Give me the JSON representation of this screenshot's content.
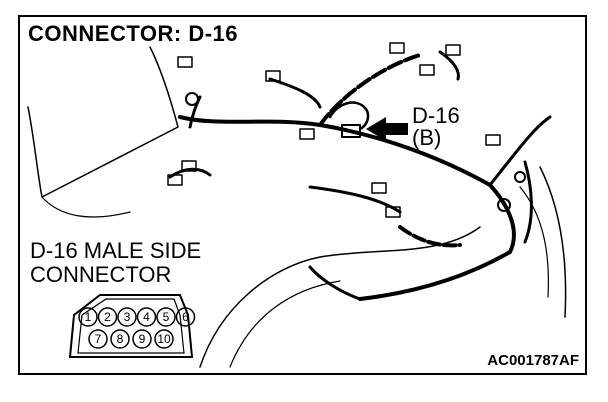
{
  "title": "CONNECTOR: D-16",
  "callout": {
    "line1": "D-16",
    "line2": "(B)"
  },
  "connector_view": {
    "line1": "D-16 MALE SIDE",
    "line2": "CONNECTOR",
    "pins_top": [
      "1",
      "2",
      "3",
      "4",
      "5",
      "6"
    ],
    "pins_bottom": [
      "7",
      "8",
      "9",
      "10"
    ]
  },
  "reference_code": "AC001787AF"
}
